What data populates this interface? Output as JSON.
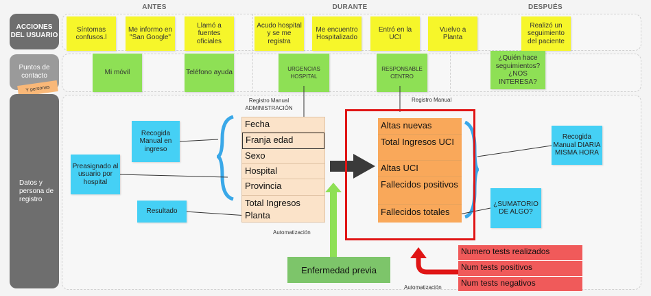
{
  "phases": {
    "antes": "ANTES",
    "durante": "DURANTE",
    "despues": "DESPUÉS"
  },
  "rows": {
    "acciones": "ACCIONES DEL USUARIO",
    "puntos": "Puntos de contacto",
    "y_personas": "Y personas",
    "datos": "Datos y persona de registro"
  },
  "actions": [
    "Síntomas confusos.l",
    "Me informo en \"San Google\"",
    "Llamó a fuentes oficiales",
    "Acudo hospital y se me registra",
    "Me encuentro Hospitalizado",
    "Entró en la UCI",
    "Vuelvo a Planta",
    "Realizó un seguimiento del paciente"
  ],
  "touchpoints": [
    "Mi móvil",
    "Teléfono ayuda",
    "URGENCIAS HOSPITAL",
    "RESPONSABLE CENTRO",
    "¿Quién hace seguimientos? ¿NOS INTERESA?"
  ],
  "labels": {
    "registro_manual_admin": "Registro Manual ADMINISTRACIÓN",
    "registro_manual": "Registro Manual",
    "automatizacion_1": "Automatización",
    "automatizacion_2": "Automatización"
  },
  "admin_fields": [
    "Fecha",
    "Franja edad",
    "Sexo",
    "Hospital",
    "Provincia",
    "Total Ingresos Planta"
  ],
  "result_fields": [
    "Altas nuevas",
    "Total Ingresos UCI",
    "Altas UCI",
    "Fallecidos positivos",
    "Fallecidos totales"
  ],
  "blue_notes": {
    "recogida_ingreso": "Recogida Manual en ingreso",
    "preasignado": "Preasignado al usuario por hospital",
    "resultado": "Resultado",
    "recogida_diaria": "Recogida Manual DIARIA MISMA HORA",
    "sumatorio": "¿SUMATORIO DE ALGO?"
  },
  "enfermedad": "Enfermedad previa",
  "tests": [
    "Numero tests realizados",
    "Num tests positivos",
    "Num tests negativos"
  ],
  "colors": {
    "yellow": "#f6f62a",
    "green": "#8ee055",
    "blue": "#45d0f5",
    "peach": "#fbe3c9",
    "orange": "#f9a85a",
    "red": "#f05a5a",
    "frame_red": "#e01515"
  }
}
